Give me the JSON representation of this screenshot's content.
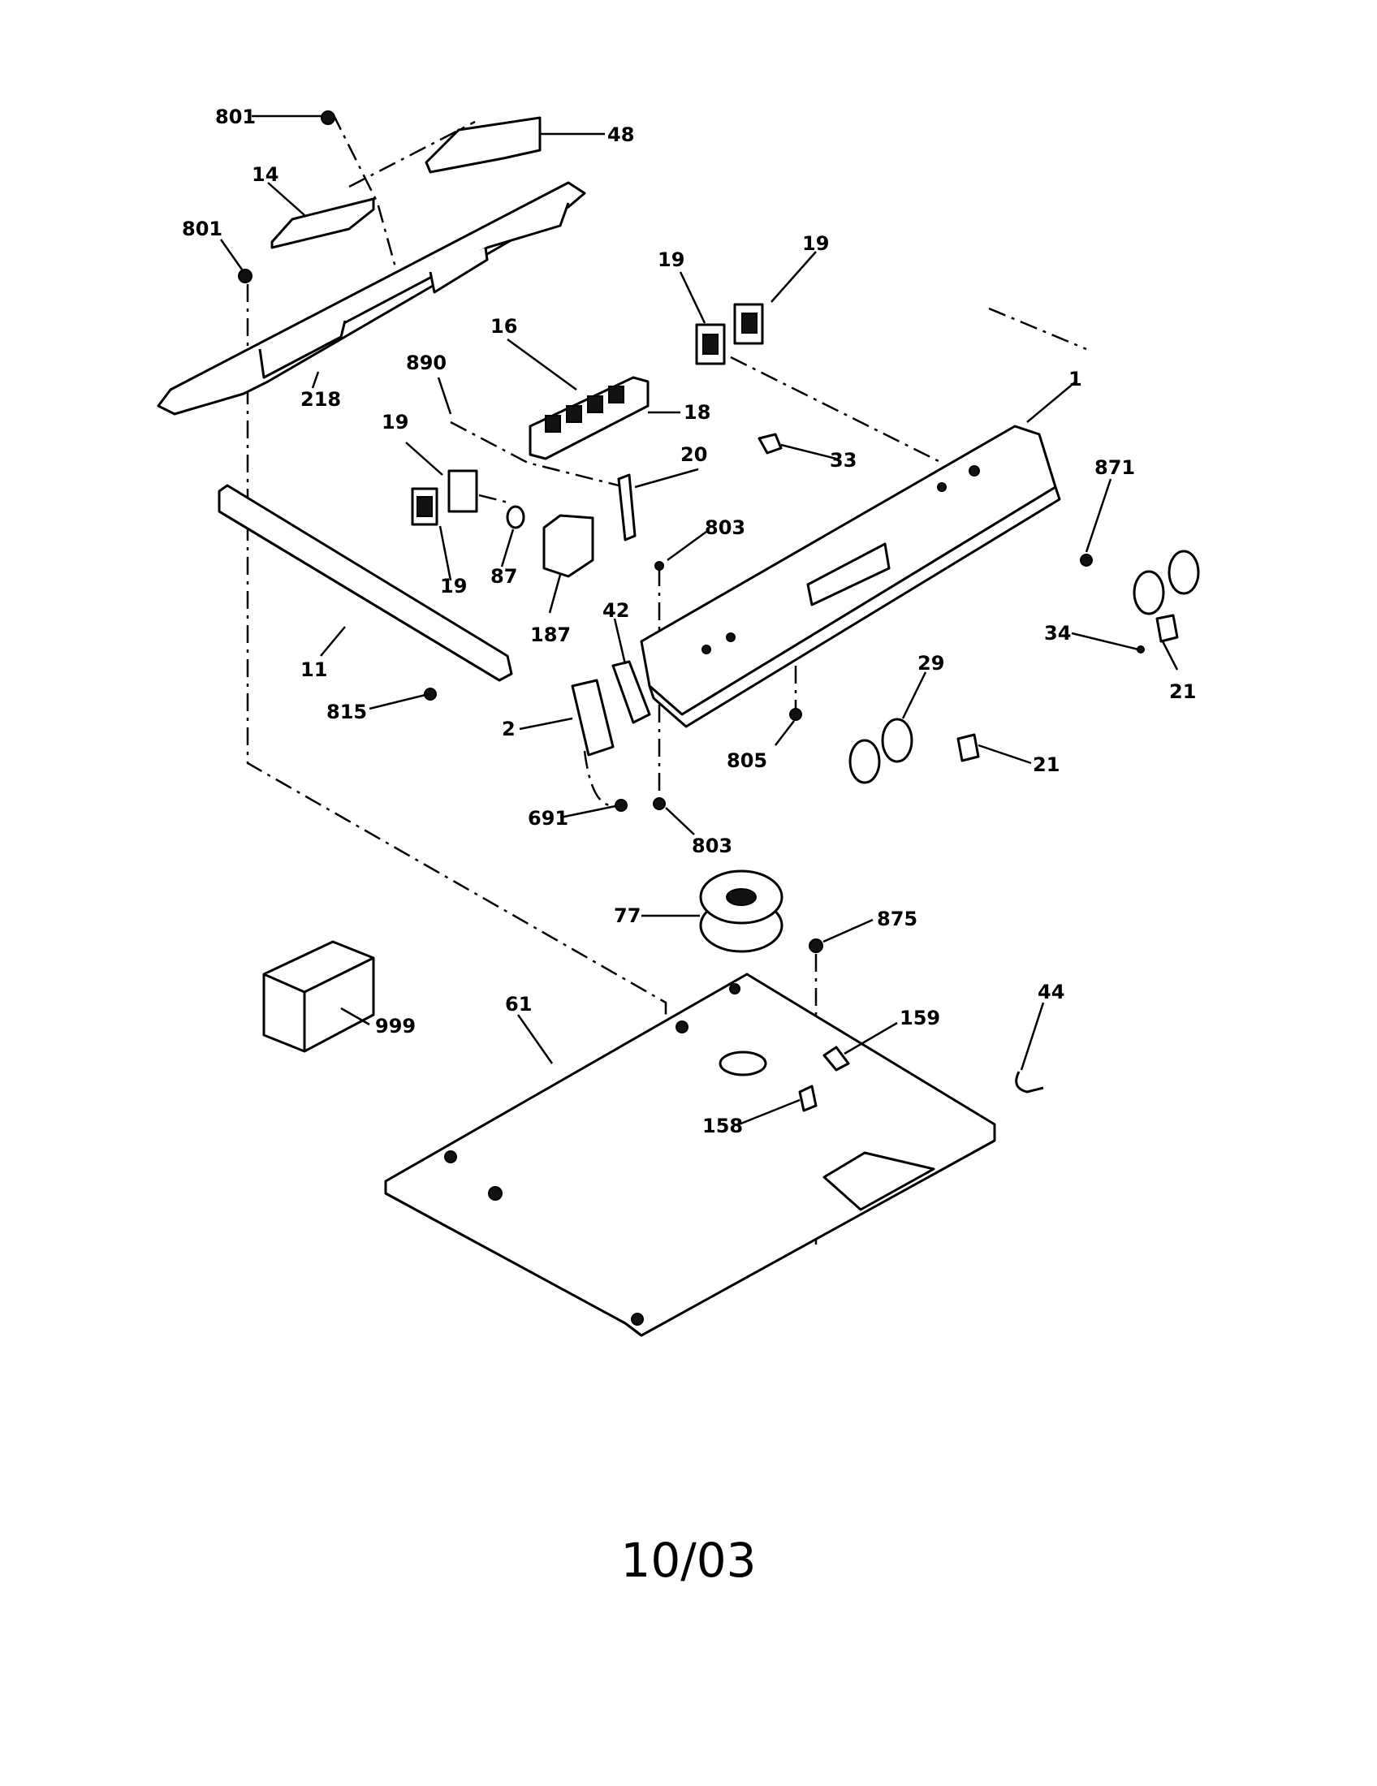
{
  "diagram": {
    "labels": {
      "p801a": "801",
      "p48": "48",
      "p14": "14",
      "p801b": "801",
      "p19a": "19",
      "p19b": "19",
      "p16": "16",
      "p890": "890",
      "p218": "218",
      "p18": "18",
      "p1": "1",
      "p19c": "19",
      "p20": "20",
      "p33": "33",
      "p871": "871",
      "p803a": "803",
      "p19d": "19",
      "p87": "87",
      "p187": "187",
      "p42": "42",
      "p34": "34",
      "p11": "11",
      "p29": "29",
      "p21a": "21",
      "p815": "815",
      "p2": "2",
      "p805": "805",
      "p21b": "21",
      "p691": "691",
      "p803b": "803",
      "p77": "77",
      "p875": "875",
      "p44": "44",
      "p999": "999",
      "p61": "61",
      "p159": "159",
      "p158": "158"
    }
  },
  "footer": {
    "date": "10/03"
  }
}
